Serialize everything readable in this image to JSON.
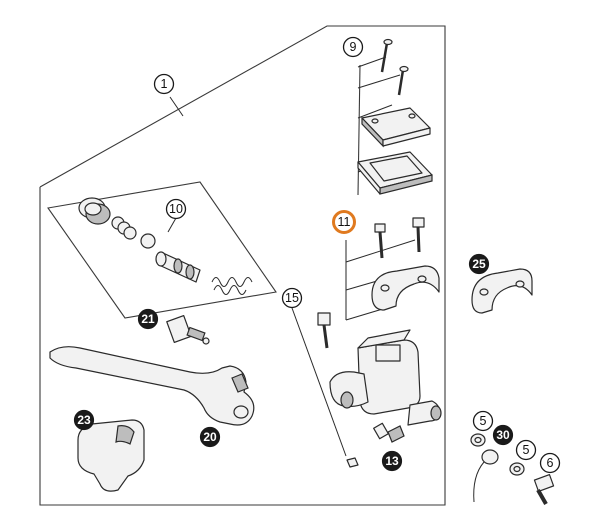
{
  "callouts": {
    "c1": {
      "label": "1"
    },
    "c9": {
      "label": "9"
    },
    "c10": {
      "label": "10"
    },
    "c11": {
      "label": "11",
      "highlight_color": "#e07a1f"
    },
    "c13": {
      "label": "13"
    },
    "c15": {
      "label": "15"
    },
    "c20": {
      "label": "20"
    },
    "c21": {
      "label": "21"
    },
    "c23": {
      "label": "23"
    },
    "c25": {
      "label": "25"
    },
    "c5a": {
      "label": "5"
    },
    "c5b": {
      "label": "5"
    },
    "c6": {
      "label": "6"
    },
    "c30": {
      "label": "30"
    }
  },
  "colors": {
    "line": "#2b2b2b",
    "part_fill": "#f2f2f2",
    "highlight": "#e07a1f"
  }
}
